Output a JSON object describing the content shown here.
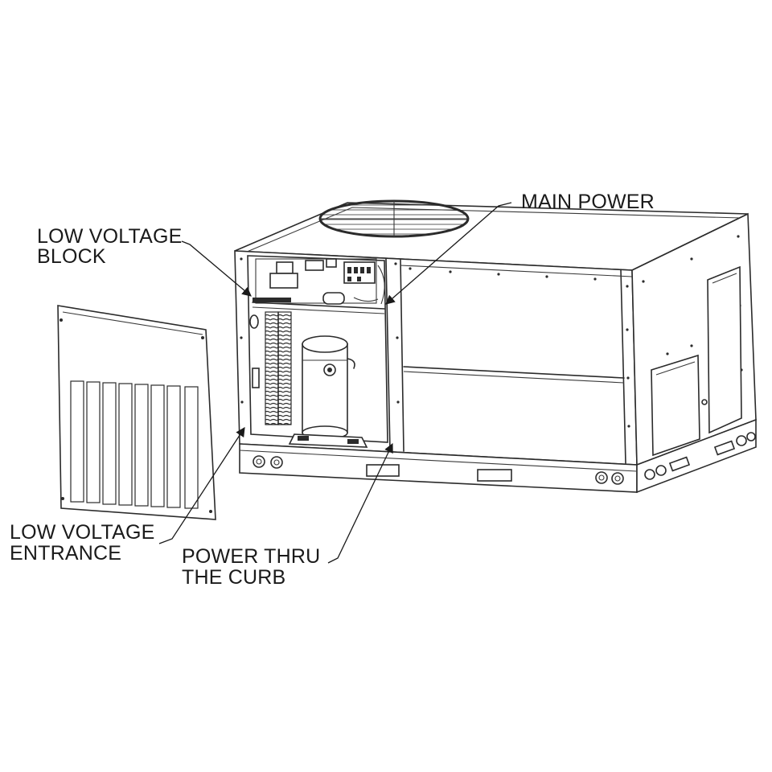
{
  "callouts": {
    "low_voltage_block": [
      "LOW VOLTAGE",
      "BLOCK"
    ],
    "main_power": [
      "MAIN POWER"
    ],
    "low_voltage_entrance": [
      "LOW VOLTAGE",
      "ENTRANCE"
    ],
    "power_thru_curb": [
      "POWER THRU",
      "THE CURB"
    ]
  }
}
